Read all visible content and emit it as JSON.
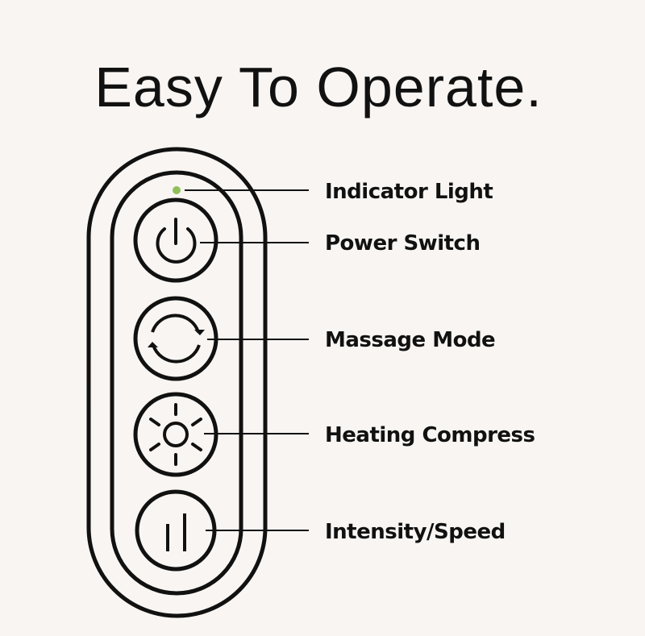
{
  "title": "Easy To Operate.",
  "indicator_color": "#8fbf5a",
  "labels": {
    "indicator": "Indicator Light",
    "power": "Power Switch",
    "mode": "Massage Mode",
    "heat": "Heating Compress",
    "intensity": "Intensity/Speed"
  }
}
